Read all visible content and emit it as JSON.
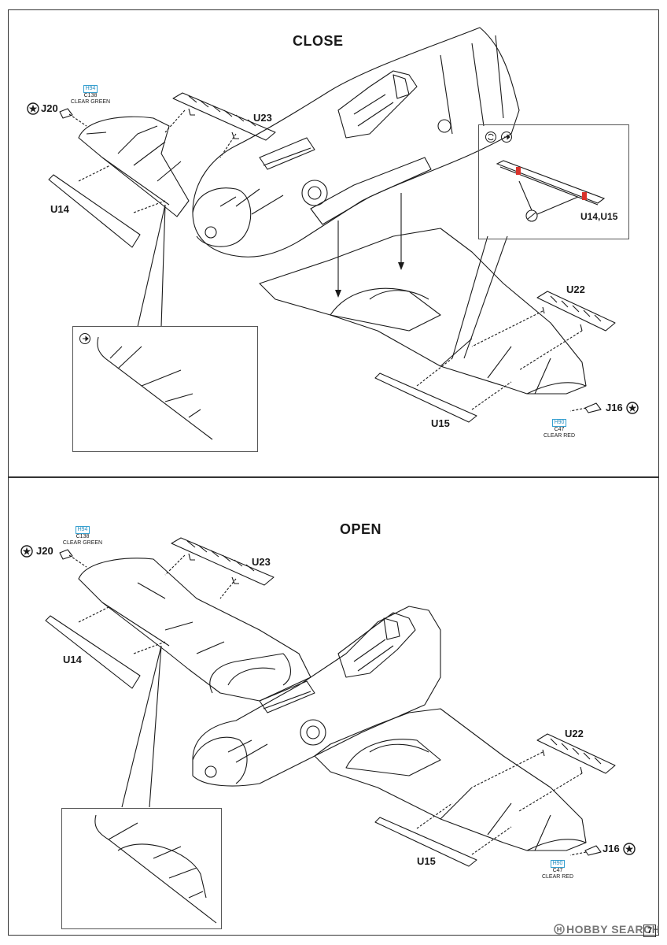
{
  "page_number": "7",
  "watermark": "HOBBY SEARCH",
  "top_section": {
    "title": "CLOSE",
    "parts": {
      "u23": "U23",
      "u14": "U14",
      "u22": "U22",
      "u15": "U15",
      "j20": "J20",
      "j16": "J16"
    },
    "j20_color": {
      "code": "H94",
      "line2": "C138",
      "line3": "CLEAR GREEN"
    },
    "j16_color": {
      "code": "H90",
      "line2": "C47",
      "line3": "CLEAR RED"
    },
    "detail_label": "U14,U15"
  },
  "bottom_section": {
    "title": "OPEN",
    "parts": {
      "u23": "U23",
      "u14": "U14",
      "u22": "U22",
      "u15": "U15",
      "j20": "J20",
      "j16": "J16"
    },
    "j20_color": {
      "code": "H94",
      "line2": "C138",
      "line3": "CLEAR GREEN"
    },
    "j16_color": {
      "code": "H90",
      "line2": "C47",
      "line3": "CLEAR RED"
    }
  },
  "colors": {
    "line": "#1a1a1a",
    "clear_code": "#2a8fc0",
    "marker_red": "#d9322b"
  },
  "icons": [
    "glue-icon",
    "paint-icon",
    "repeat-icon"
  ]
}
